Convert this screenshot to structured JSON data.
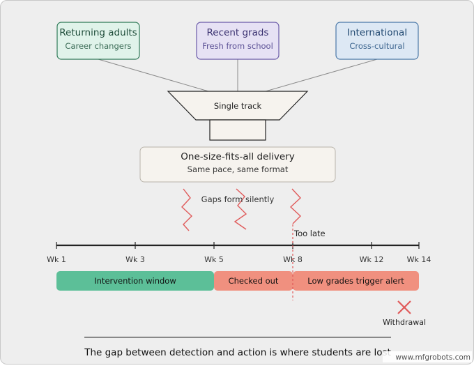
{
  "sources": [
    {
      "title": "Returning adults",
      "subtitle": "Career changers",
      "fill": "#e0f3ea",
      "stroke": "#2f7a58",
      "color": "#1f4d3a",
      "subcolor": "#3a6b55"
    },
    {
      "title": "Recent grads",
      "subtitle": "Fresh from school",
      "fill": "#e6e1f4",
      "stroke": "#6a5aa8",
      "color": "#3a3170",
      "subcolor": "#5a4f94"
    },
    {
      "title": "International",
      "subtitle": "Cross-cultural",
      "fill": "#dde8f4",
      "stroke": "#4a78a8",
      "color": "#234a72",
      "subcolor": "#3e6690"
    }
  ],
  "funnel": {
    "label": "Single track"
  },
  "delivery": {
    "title": "One-size-fits-all delivery",
    "subtitle": "Same pace, same format"
  },
  "gaps": {
    "label": "Gaps form silently"
  },
  "timeline": {
    "too_late_label": "Too late",
    "ticks": [
      "Wk 1",
      "Wk 3",
      "Wk 5",
      "Wk 8",
      "Wk 12",
      "Wk 14"
    ],
    "phases": [
      {
        "label": "Intervention window",
        "color": "#5cbf98"
      },
      {
        "label": "Checked out",
        "color": "#f0907f"
      },
      {
        "label": "Low grades trigger alert",
        "color": "#f0907f"
      }
    ]
  },
  "withdrawal": {
    "label": "Withdrawal"
  },
  "caption": "The gap between detection and action is where students are lost",
  "watermark": "www.mfgrobots.com",
  "colors": {
    "accent_red": "#e05a5a",
    "box_fill": "#f6f3ee",
    "ink": "#222222"
  }
}
